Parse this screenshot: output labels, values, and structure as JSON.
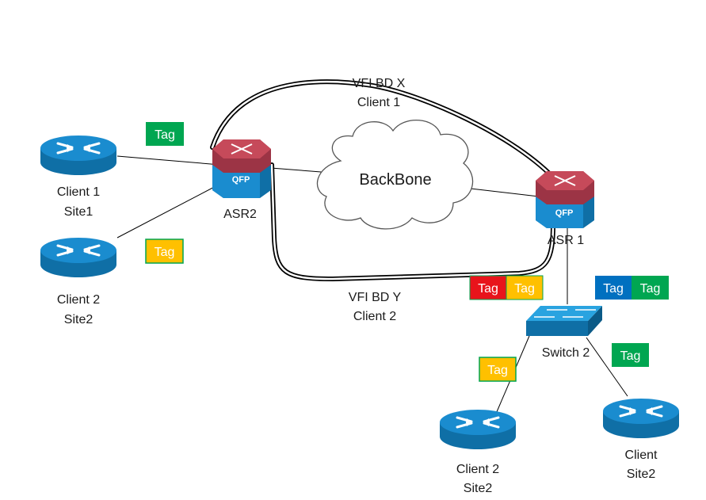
{
  "labels": {
    "client1_site1": [
      "Client 1",
      "Site1"
    ],
    "client2_site2_left": [
      "Client 2",
      "Site2"
    ],
    "asr2": "ASR2",
    "asr1": "ASR 1",
    "backbone": "BackBone",
    "vfi_x": [
      "VFI BD X",
      "Client 1"
    ],
    "vfi_y": [
      "VFI BD Y",
      "Client 2"
    ],
    "switch2": "Switch 2",
    "client2_site2_bottom": [
      "Client 2",
      "Site2"
    ],
    "client_site2_right": [
      "Client",
      "Site2"
    ],
    "qfp": "QFP"
  },
  "tags": {
    "label": "Tag",
    "green_top": {
      "text": "Tag",
      "color": "#00a651"
    },
    "yellow_left": {
      "text": "Tag",
      "color": "#ffc000"
    },
    "pair_red_yellow": [
      {
        "text": "Tag",
        "color": "#e8141b"
      },
      {
        "text": "Tag",
        "color": "#ffc000"
      }
    ],
    "pair_blue_green": [
      {
        "text": "Tag",
        "color": "#0070c0"
      },
      {
        "text": "Tag",
        "color": "#00a651"
      }
    ],
    "yellow_bottom": {
      "text": "Tag",
      "color": "#ffc000"
    },
    "green_right": {
      "text": "Tag",
      "color": "#00a651"
    }
  },
  "colors": {
    "router_blue": "#1a8ccf",
    "qfp_red": "#c64a5a",
    "switch_blue": "#29a3e0"
  },
  "icons": [
    "router-icon",
    "qfp-router-icon",
    "switch-icon",
    "cloud-icon"
  ]
}
